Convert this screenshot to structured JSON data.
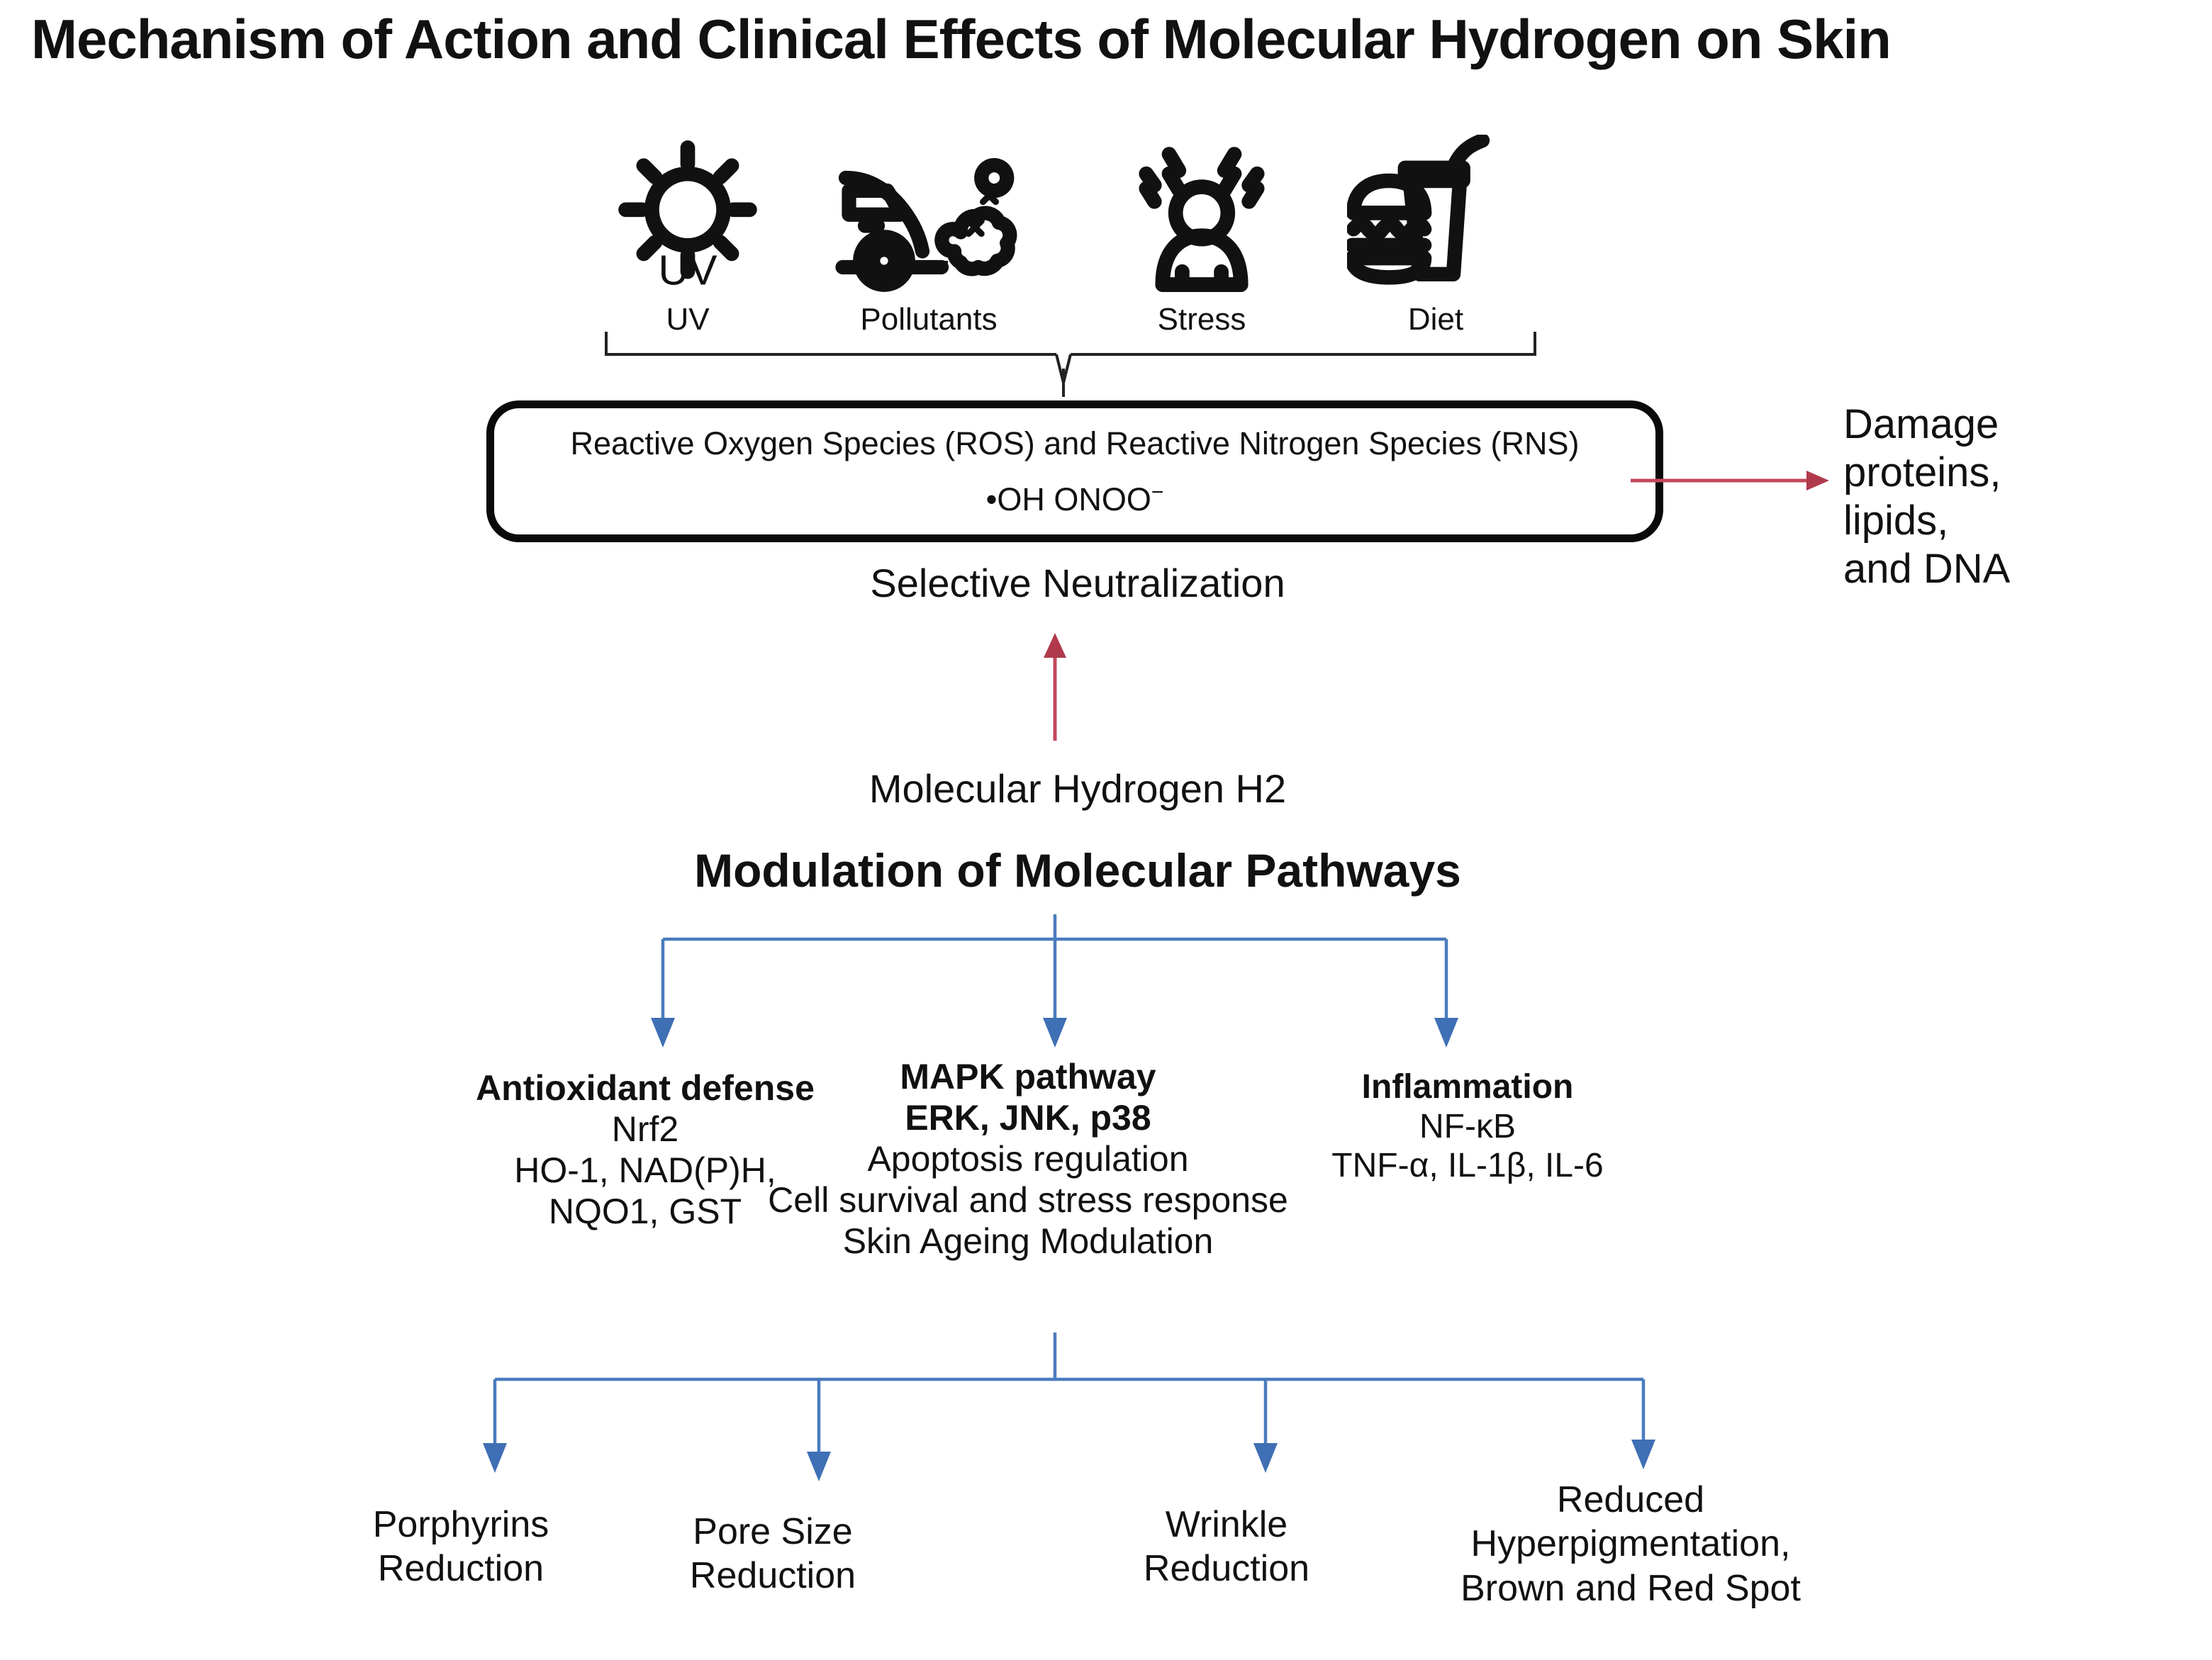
{
  "title": "Mechanism of Action and Clinical Effects of Molecular Hydrogen on Skin",
  "colors": {
    "arrow_blue": "#4a7cbe",
    "arrow_red": "#c4485c",
    "box_border": "#0a0a0a",
    "text": "#111111"
  },
  "sources": [
    {
      "icon": "sun-uv-icon",
      "label": "UV"
    },
    {
      "icon": "car-exhaust-pollution-icon",
      "label": "Pollutants"
    },
    {
      "icon": "stressed-person-icon",
      "label": "Stress"
    },
    {
      "icon": "burger-drink-diet-icon",
      "label": "Diet"
    }
  ],
  "ros_box": {
    "line1": "Reactive Oxygen Species (ROS) and Reactive Nitrogen Species (RNS)",
    "line2_prefix": "•OH ONOO",
    "line2_sup": "−"
  },
  "damage": {
    "lines": [
      "Damage",
      "proteins,",
      "lipids,",
      "and DNA"
    ]
  },
  "selective_neutralization": "Selective Neutralization",
  "molecular_hydrogen": "Molecular Hydrogen H2",
  "modulation_heading": "Modulation of Molecular Pathways",
  "pathways": [
    {
      "heading": "Antioxidant defense",
      "bold_lines": [],
      "lines": [
        "Nrf2",
        "HO‑1, NAD(P)H,",
        "NQO1, GST"
      ]
    },
    {
      "heading": "MAPK pathway",
      "bold_lines": [
        "ERK, JNK, p38"
      ],
      "lines": [
        "Apoptosis regulation",
        "Cell survival and stress response",
        "Skin Ageing Modulation"
      ]
    },
    {
      "heading": "Inflammation",
      "bold_lines": [],
      "lines": [
        "NF‑κB",
        "TNF‑α, IL‑1β, IL‑6"
      ]
    }
  ],
  "outcomes": [
    {
      "lines": [
        "Porphyrins",
        "Reduction"
      ]
    },
    {
      "lines": [
        "Pore Size",
        "Reduction"
      ]
    },
    {
      "lines": [
        "Wrinkle",
        "Reduction"
      ]
    },
    {
      "lines": [
        "Reduced",
        "Hyperpigmentation,",
        "Brown and Red Spot"
      ]
    }
  ]
}
